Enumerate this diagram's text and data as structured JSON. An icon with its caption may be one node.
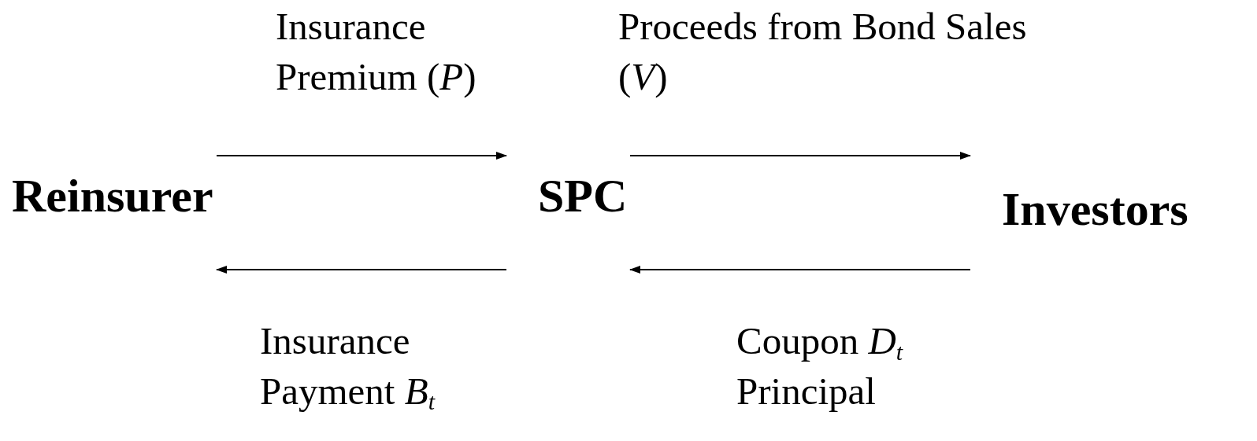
{
  "diagram": {
    "nodes": [
      {
        "text": [
          "Reinsurer"
        ]
      },
      {
        "text": [
          "SPC"
        ]
      },
      {
        "text": [
          "Investors"
        ]
      }
    ],
    "edges": [
      {
        "from": 0,
        "to": 1,
        "arrow": "to",
        "label": "Insurance Premium (*P*)"
      },
      {
        "from": 1,
        "to": 2,
        "arrow": "to",
        "label": "Proceeds from Bond Sales (*V*)"
      },
      {
        "from": 1,
        "to": 0,
        "arrow": "to",
        "label": "Insurance Payment *B*$_{t}$"
      },
      {
        "from": 2,
        "to": 1,
        "arrow": "to",
        "label": "Coupon *D*$_{t}$ Principal"
      }
    ]
  }
}
